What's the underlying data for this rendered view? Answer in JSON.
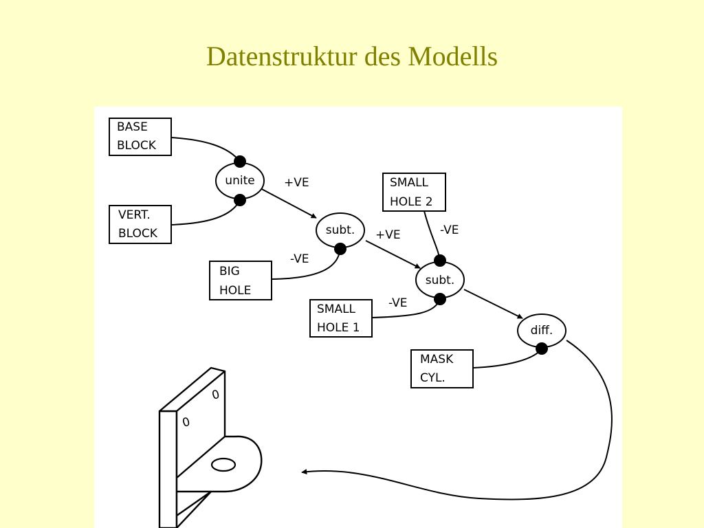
{
  "title": "Datenstruktur des Modells",
  "boxes": {
    "base_block": [
      "BASE",
      "BLOCK"
    ],
    "vert_block": [
      "VERT.",
      "BLOCK"
    ],
    "big_hole": [
      "BIG",
      "HOLE"
    ],
    "small_hole_2": [
      "SMALL",
      "HOLE 2"
    ],
    "small_hole_1": [
      "SMALL",
      "HOLE 1"
    ],
    "mask_cyl": [
      "MASK",
      "CYL."
    ]
  },
  "nodes": {
    "unite": "unite",
    "subt1": "subt.",
    "subt2": "subt.",
    "diff": "diff."
  },
  "edge_labels": {
    "unite_to_subt1": "+VE",
    "subt1_to_subt2": "+VE",
    "big_hole": "-VE",
    "small_hole_2": "-VE",
    "small_hole_1": "-VE"
  },
  "model_marks": {
    "upper_hole": "0",
    "lower_hole": "0"
  }
}
